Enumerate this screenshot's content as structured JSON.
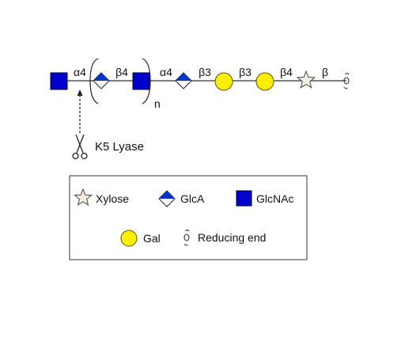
{
  "chain": {
    "linkages": [
      "α4",
      "β4",
      "α4",
      "β3",
      "β3",
      "β4",
      "β"
    ],
    "repeat_subscript": "n"
  },
  "enzyme": {
    "label": "K5 Lyase",
    "icon": "scissors-icon"
  },
  "legend": {
    "items": [
      {
        "label": "Xylose",
        "icon": "star-icon"
      },
      {
        "label": "GlcA",
        "icon": "half-diamond-icon"
      },
      {
        "label": "GlcNAc",
        "icon": "square-icon"
      },
      {
        "label": "Gal",
        "icon": "circle-icon"
      },
      {
        "label": "Reducing end",
        "icon": "reducing-end-icon"
      }
    ]
  },
  "colors": {
    "glcnac": "#0000cc",
    "glca_fill": "#0033cc",
    "gal": "#ffee00",
    "xylose": "#f4eee0",
    "line": "#333333"
  }
}
